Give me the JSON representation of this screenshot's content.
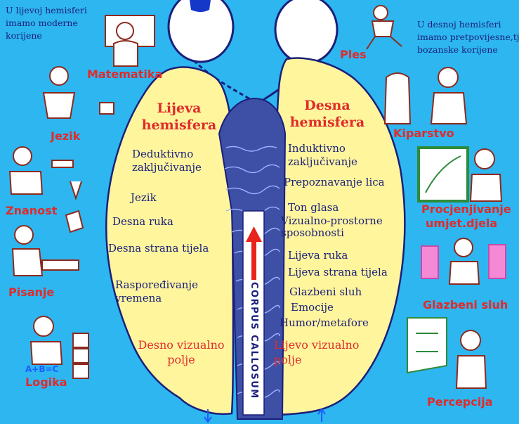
{
  "notes": {
    "left": [
      "U lijevoj hemisferi",
      "imamo moderne",
      "korijene"
    ],
    "right": [
      "U desnoj hemisferi",
      "imamo pretpovijesne,tj.",
      "bozanske korijene"
    ]
  },
  "left_hemisphere": {
    "title": [
      "Lijeva",
      "hemisfera"
    ],
    "functions": [
      [
        "Deduktivno",
        "zaključivanje"
      ],
      [
        "Jezik"
      ],
      [
        "Desna ruka"
      ],
      [
        "Desna strana tijela"
      ],
      [
        "Raspoređivanje",
        "vremena"
      ]
    ],
    "visual_field": [
      "Desno vizualno",
      "polje"
    ]
  },
  "right_hemisphere": {
    "title": [
      "Desna",
      "hemisfera"
    ],
    "functions": [
      [
        "Induktivno",
        "zaključivanje"
      ],
      [
        "Prepoznavanje lica"
      ],
      [
        "Ton glasa"
      ],
      [
        "Vizualno-prostorne",
        "sposobnosti"
      ],
      [
        "Lijeva ruka"
      ],
      [
        "Lijeva strana tijela"
      ],
      [
        "Glazbeni sluh"
      ],
      [
        "Emocije"
      ],
      [
        "Humor/metafore"
      ]
    ],
    "visual_field": [
      "Lijevo vizualno",
      "polje"
    ]
  },
  "corpus_callosum": "CORPUS CALLOSUM",
  "left_activities": [
    "Matematika",
    "Jezik",
    "Znanost",
    "Pisanje",
    "Logika"
  ],
  "right_activities": [
    "Ples",
    "Kiparstvo",
    "Procjenjivanje",
    "umjet.djela",
    "Glazbeni sluh",
    "Percepcija"
  ],
  "logic_formula": "A+B=C",
  "colors": {
    "background": "#2db6f0",
    "hemisphere_fill": "#fff59d",
    "text_navy": "#1b1f7a",
    "label_red": "#e02b2b",
    "arrow_red": "#e8231c"
  },
  "icons": [
    "eye-icon",
    "person-illustration-icon",
    "arrow-up-icon",
    "arrow-down-icon"
  ]
}
